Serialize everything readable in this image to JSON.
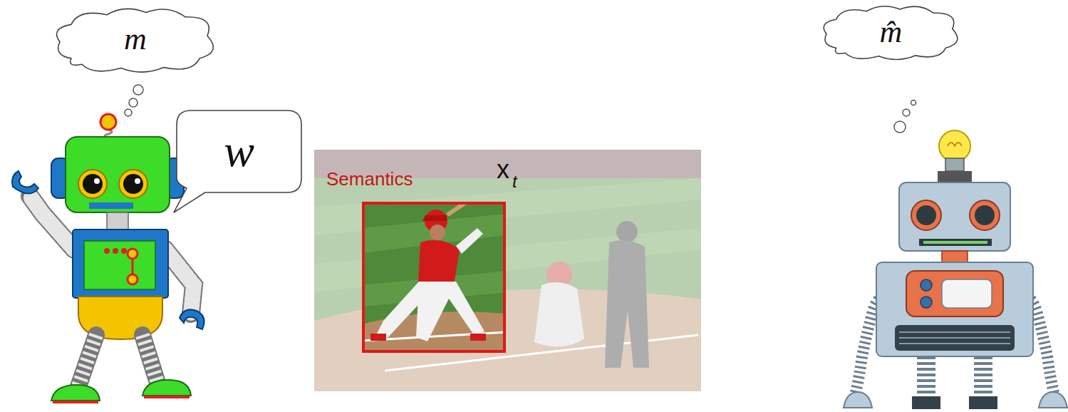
{
  "diagram": {
    "nodes": [
      {
        "text": [
          "m"
        ]
      },
      {
        "text": [
          "w"
        ]
      },
      {
        "text": [
          "Semantics"
        ]
      },
      {
        "text": [
          "m̂"
        ]
      }
    ],
    "labels": [
      "x",
      "t"
    ]
  }
}
